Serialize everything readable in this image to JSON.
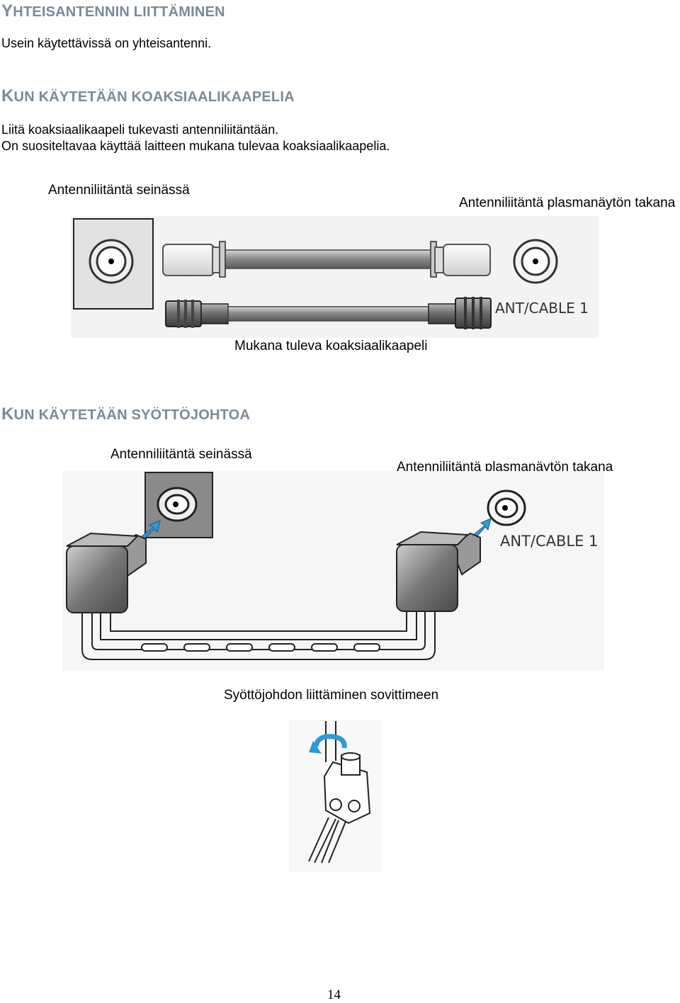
{
  "section1": {
    "title_first": "Y",
    "title_rest": "HTEISANTENNIN LIITTÄMINEN",
    "intro": "Usein käytettävissä on yhteisantenni."
  },
  "section2": {
    "title_first": "K",
    "title_rest": "UN KÄYTETÄÄN KOAKSIAALIKAAPELIA",
    "line1": "Liitä koaksiaalikaapeli tukevasti antenniliitäntään.",
    "line2": "On suositeltavaa käyttää laitteen mukana tulevaa koaksiaalikaapelia.",
    "label_wall": "Antenniliitäntä seinässä",
    "label_tv": "Antenniliitäntä plasmanäytön takana",
    "port_label": "ANT/CABLE 1",
    "caption": "Mukana tuleva koaksiaalikaapeli"
  },
  "section3": {
    "title_first": "K",
    "title_rest": "UN KÄYTETÄÄN SYÖTTÖJOHTOA",
    "label_wall": "Antenniliitäntä seinässä",
    "label_tv": "Antenniliitäntä plasmanäytön takana",
    "port_label": "ANT/CABLE 1",
    "caption": "Syöttöjohdon liittäminen sovittimeen"
  },
  "page_number": "14"
}
